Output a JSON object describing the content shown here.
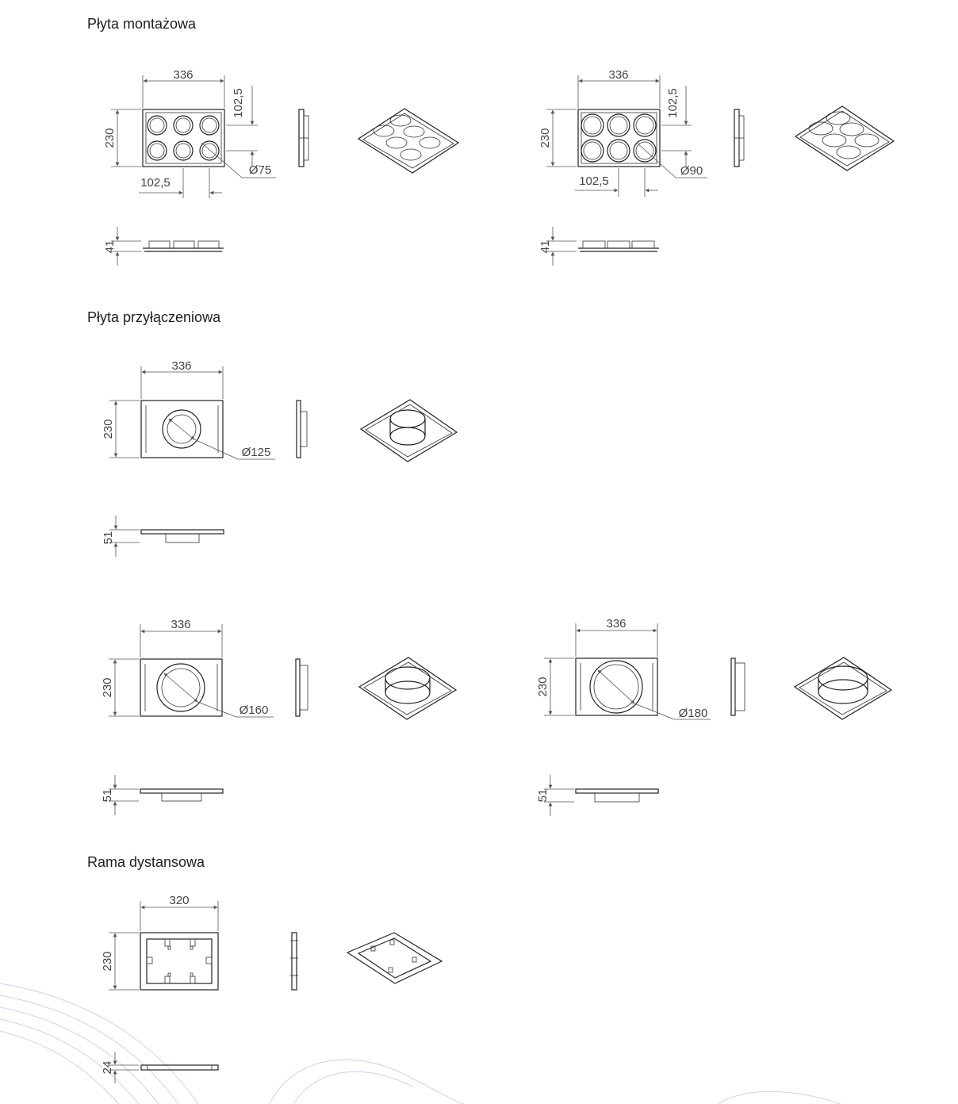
{
  "sections": [
    {
      "title": "Płyta montażowa"
    },
    {
      "title": "Płyta przyłączeniowa"
    },
    {
      "title": "Rama dystansowa"
    }
  ],
  "mounting_75": {
    "width": "336",
    "height": "230",
    "spacing_v": "102,5",
    "spacing_h": "102,5",
    "diameter": "Ø75",
    "depth": "41"
  },
  "mounting_90": {
    "width": "336",
    "height": "230",
    "spacing_v": "102,5",
    "spacing_h": "102,5",
    "diameter": "Ø90",
    "depth": "41"
  },
  "connection_125": {
    "width": "336",
    "height": "230",
    "diameter": "Ø125",
    "depth": "51"
  },
  "connection_160": {
    "width": "336",
    "height": "230",
    "diameter": "Ø160",
    "depth": "51"
  },
  "connection_180": {
    "width": "336",
    "height": "230",
    "diameter": "Ø180",
    "depth": "51"
  },
  "spacer_frame": {
    "width": "320",
    "height": "230",
    "depth": "24"
  }
}
